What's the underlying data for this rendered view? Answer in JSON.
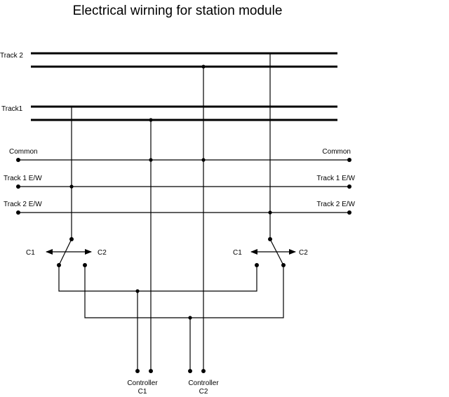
{
  "title": "Electrical wirning for station module",
  "tracks": {
    "track2": "Track 2",
    "track1": "Track1"
  },
  "buses": {
    "common_left": "Common",
    "common_right": "Common",
    "track1_ew_left": "Track 1 E/W",
    "track1_ew_right": "Track 1 E/W",
    "track2_ew_left": "Track 2 E/W",
    "track2_ew_right": "Track 2 E/W"
  },
  "switches": {
    "left": {
      "c1": "C1",
      "c2": "C2"
    },
    "right": {
      "c1": "C1",
      "c2": "C2"
    }
  },
  "controllers": {
    "c1": {
      "line1": "Controller",
      "line2": "C1"
    },
    "c2": {
      "line1": "Controller",
      "line2": "C2"
    }
  }
}
